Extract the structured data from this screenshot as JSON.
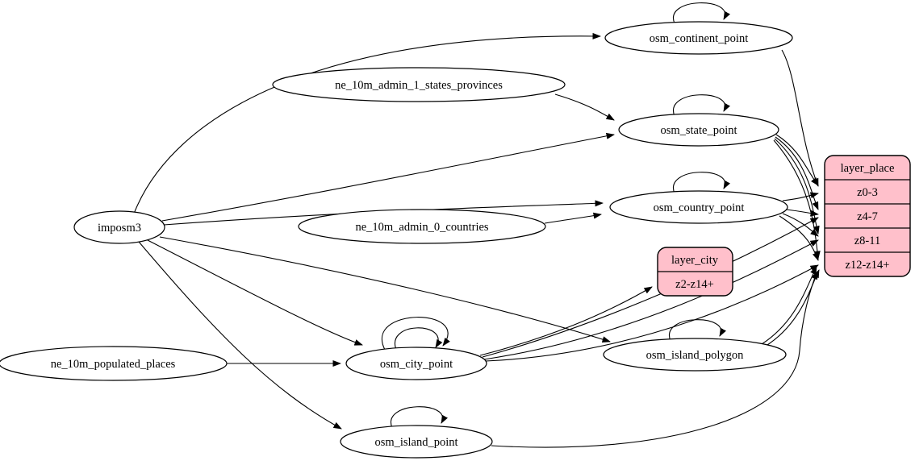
{
  "diagram": {
    "kind": "graphviz-etl-graph",
    "nodes": {
      "imposm3": "imposm3",
      "ne_10m_admin_1_states_provinces": "ne_10m_admin_1_states_provinces",
      "ne_10m_admin_0_countries": "ne_10m_admin_0_countries",
      "ne_10m_populated_places": "ne_10m_populated_places",
      "osm_continent_point": "osm_continent_point",
      "osm_state_point": "osm_state_point",
      "osm_country_point": "osm_country_point",
      "osm_city_point": "osm_city_point",
      "osm_island_polygon": "osm_island_polygon",
      "osm_island_point": "osm_island_point"
    },
    "records": {
      "layer_city": {
        "title": "layer_city",
        "rows": [
          "z2-z14+"
        ]
      },
      "layer_place": {
        "title": "layer_place",
        "rows": [
          "z0-3",
          "z4-7",
          "z8-11",
          "z12-z14+"
        ]
      }
    },
    "colors": {
      "record_fill": "#ffc0cb",
      "node_fill": "#ffffff",
      "stroke": "#000000"
    }
  }
}
